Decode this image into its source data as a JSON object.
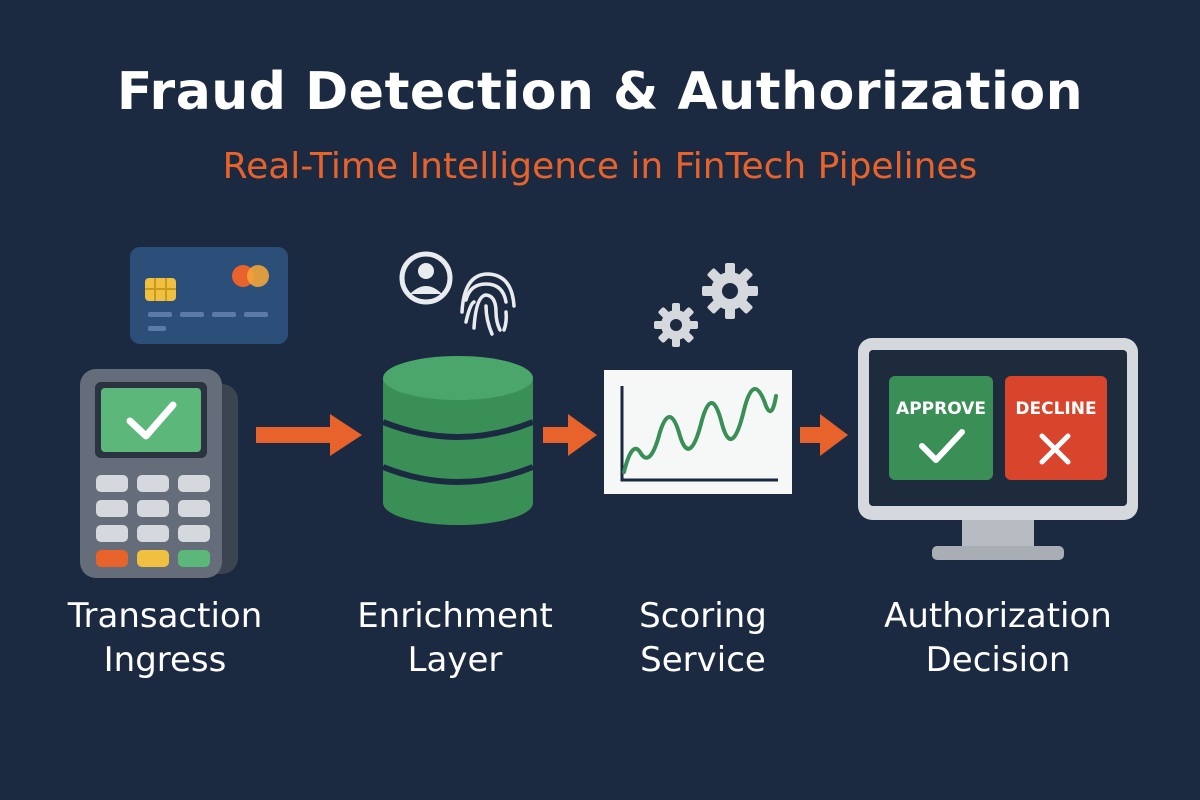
{
  "header": {
    "title": "Fraud Detection & Authorization",
    "subtitle": "Real-Time Intelligence in FinTech Pipelines"
  },
  "stages": [
    {
      "line1": "Transaction",
      "line2": "Ingress",
      "icon": "pos-terminal-icon"
    },
    {
      "line1": "Enrichment",
      "line2": "Layer",
      "icon": "database-icon"
    },
    {
      "line1": "Scoring",
      "line2": "Service",
      "icon": "line-chart-icon"
    },
    {
      "line1": "Authorization",
      "line2": "Decision",
      "icon": "monitor-icon"
    }
  ],
  "decision": {
    "approve_label": "APPROVE",
    "decline_label": "DECLINE"
  },
  "colors": {
    "background": "#1b2a41",
    "accent_orange": "#e8622c",
    "green": "#3a8f57",
    "red": "#d9442c",
    "card_blue": "#2c4f79"
  }
}
